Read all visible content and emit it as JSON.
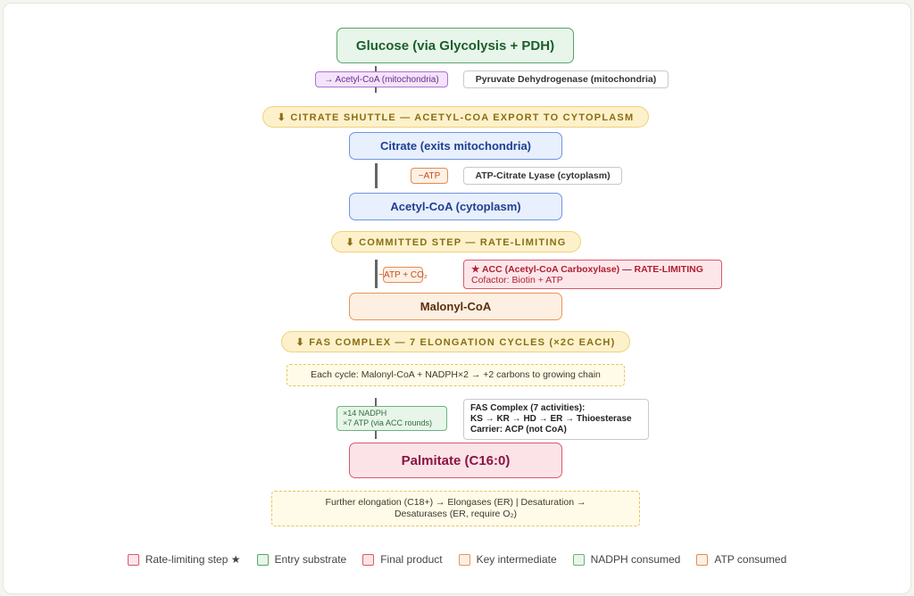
{
  "nodes": {
    "glucose": "Glucose (via Glycolysis + PDH)",
    "citrate": "Citrate (exits mitochondria)",
    "acetyl_coa_cyto": "Acetyl-CoA (cytoplasm)",
    "malonyl_coa": "Malonyl-CoA",
    "palmitate": "Palmitate (C16:0)"
  },
  "tags": {
    "acetyl_coa_mito": "→ Acetyl-CoA (mitochondria)",
    "atp_citrate": "−ATP",
    "atp_co2": "−ATP + CO₂",
    "nadph_line1": "×14 NADPH",
    "nadph_line2": "×7 ATP (via ACC rounds)"
  },
  "enzymes": {
    "pdh": "Pyruvate Dehydrogenase (mitochondria)",
    "acl": "ATP-Citrate Lyase (cytoplasm)",
    "acc_line1": "★ ACC (Acetyl-CoA Carboxylase) — RATE-LIMITING",
    "acc_line2": "Cofactor: Biotin + ATP",
    "fas_line1": "FAS Complex (7 activities):",
    "fas_line2": "KS → KR → HD → ER → Thioesterase",
    "fas_line3": "Carrier: ACP (not CoA)"
  },
  "banners": {
    "citrate_shuttle": "⬇ CITRATE SHUTTLE — ACETYL-COA EXPORT TO CYTOPLASM",
    "committed_step": "⬇ COMMITTED STEP — RATE-LIMITING",
    "fas_complex": "⬇ FAS COMPLEX — 7 ELONGATION CYCLES (×2C EACH)"
  },
  "notes": {
    "each_cycle": "Each cycle: Malonyl-CoA + NADPH×2 → +2 carbons to growing chain",
    "further_line1": "Further elongation (C18+) → Elongases (ER)  |  Desaturation →",
    "further_line2": "Desaturases (ER, require O₂)"
  },
  "legend": [
    {
      "label": "Rate-limiting step ★",
      "border": "#d65a6c",
      "fill": "#fce6ea"
    },
    {
      "label": "Entry substrate",
      "border": "#58a366",
      "fill": "#e7f5ea"
    },
    {
      "label": "Final product",
      "border": "#d9586c",
      "fill": "#fbe3e8"
    },
    {
      "label": "Key intermediate",
      "border": "#e8955a",
      "fill": "#fdefe1"
    },
    {
      "label": "NADPH consumed",
      "border": "#6cb27a",
      "fill": "#e8f5ea"
    },
    {
      "label": "ATP consumed",
      "border": "#e58b52",
      "fill": "#fdf0e4"
    }
  ]
}
